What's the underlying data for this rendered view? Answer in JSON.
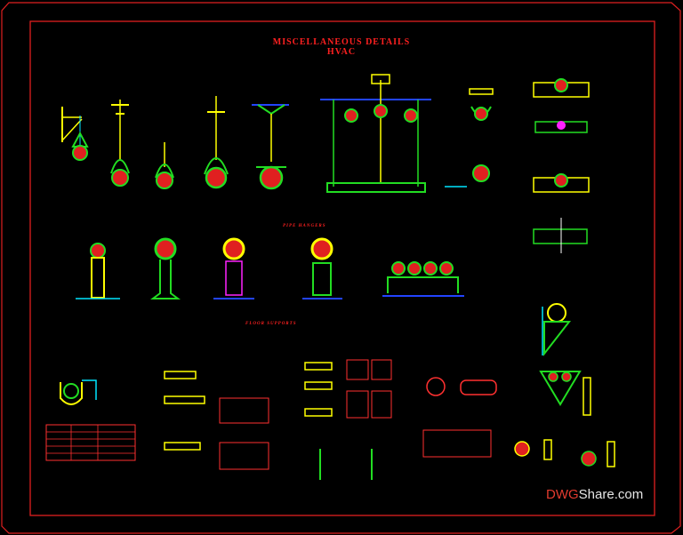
{
  "title": {
    "line1": "MISCELLANEOUS  DETAILS",
    "line2": "HVAC"
  },
  "sections": {
    "pipe_hangers": "PIPE HANGERS",
    "floor_supports": "FLOOR SUPPORTS"
  },
  "watermark": {
    "brand": "DWG",
    "suffix": "Share.com"
  },
  "colors": {
    "background": "#000000",
    "border": "#e02020",
    "title": "#ff2020",
    "pipe": "#22dd22",
    "steel": "#ffff00",
    "cyan": "#00e5ff",
    "magenta": "#ff22ff",
    "blue": "#2244ff",
    "white": "#ffffff"
  }
}
